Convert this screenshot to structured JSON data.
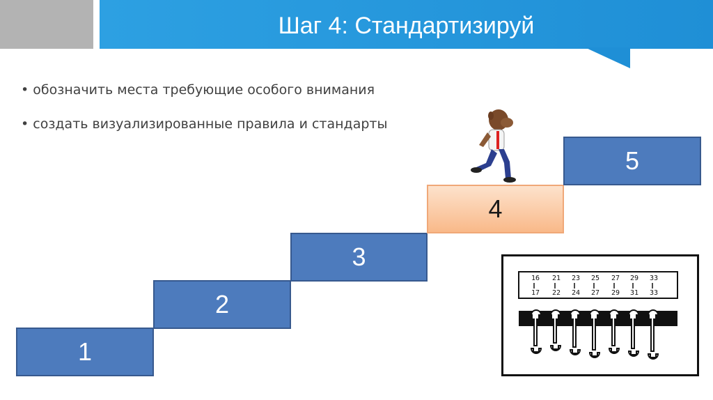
{
  "header": {
    "title": "Шаг 4: Стандартизируй",
    "accent_color": "#1f8fd6",
    "side_block_color": "#b3b3b3"
  },
  "bullets": [
    "обозначить места требующие особого внимания",
    "создать визуализированные правила и стандарты"
  ],
  "steps": [
    {
      "label": "1",
      "active": false
    },
    {
      "label": "2",
      "active": false
    },
    {
      "label": "3",
      "active": false
    },
    {
      "label": "4",
      "active": true
    },
    {
      "label": "5",
      "active": false
    }
  ],
  "colors": {
    "step": "#4d7bbd",
    "step_active": "#f9b989"
  },
  "illustrations": {
    "figure_icon": "running-man-icon",
    "panel_icon": "wrench-board-icon",
    "panel_top_numbers": [
      "16",
      "21",
      "23",
      "25",
      "27",
      "29",
      "33"
    ],
    "panel_bottom_numbers": [
      "17",
      "22",
      "24",
      "27",
      "29",
      "31",
      "33"
    ]
  }
}
